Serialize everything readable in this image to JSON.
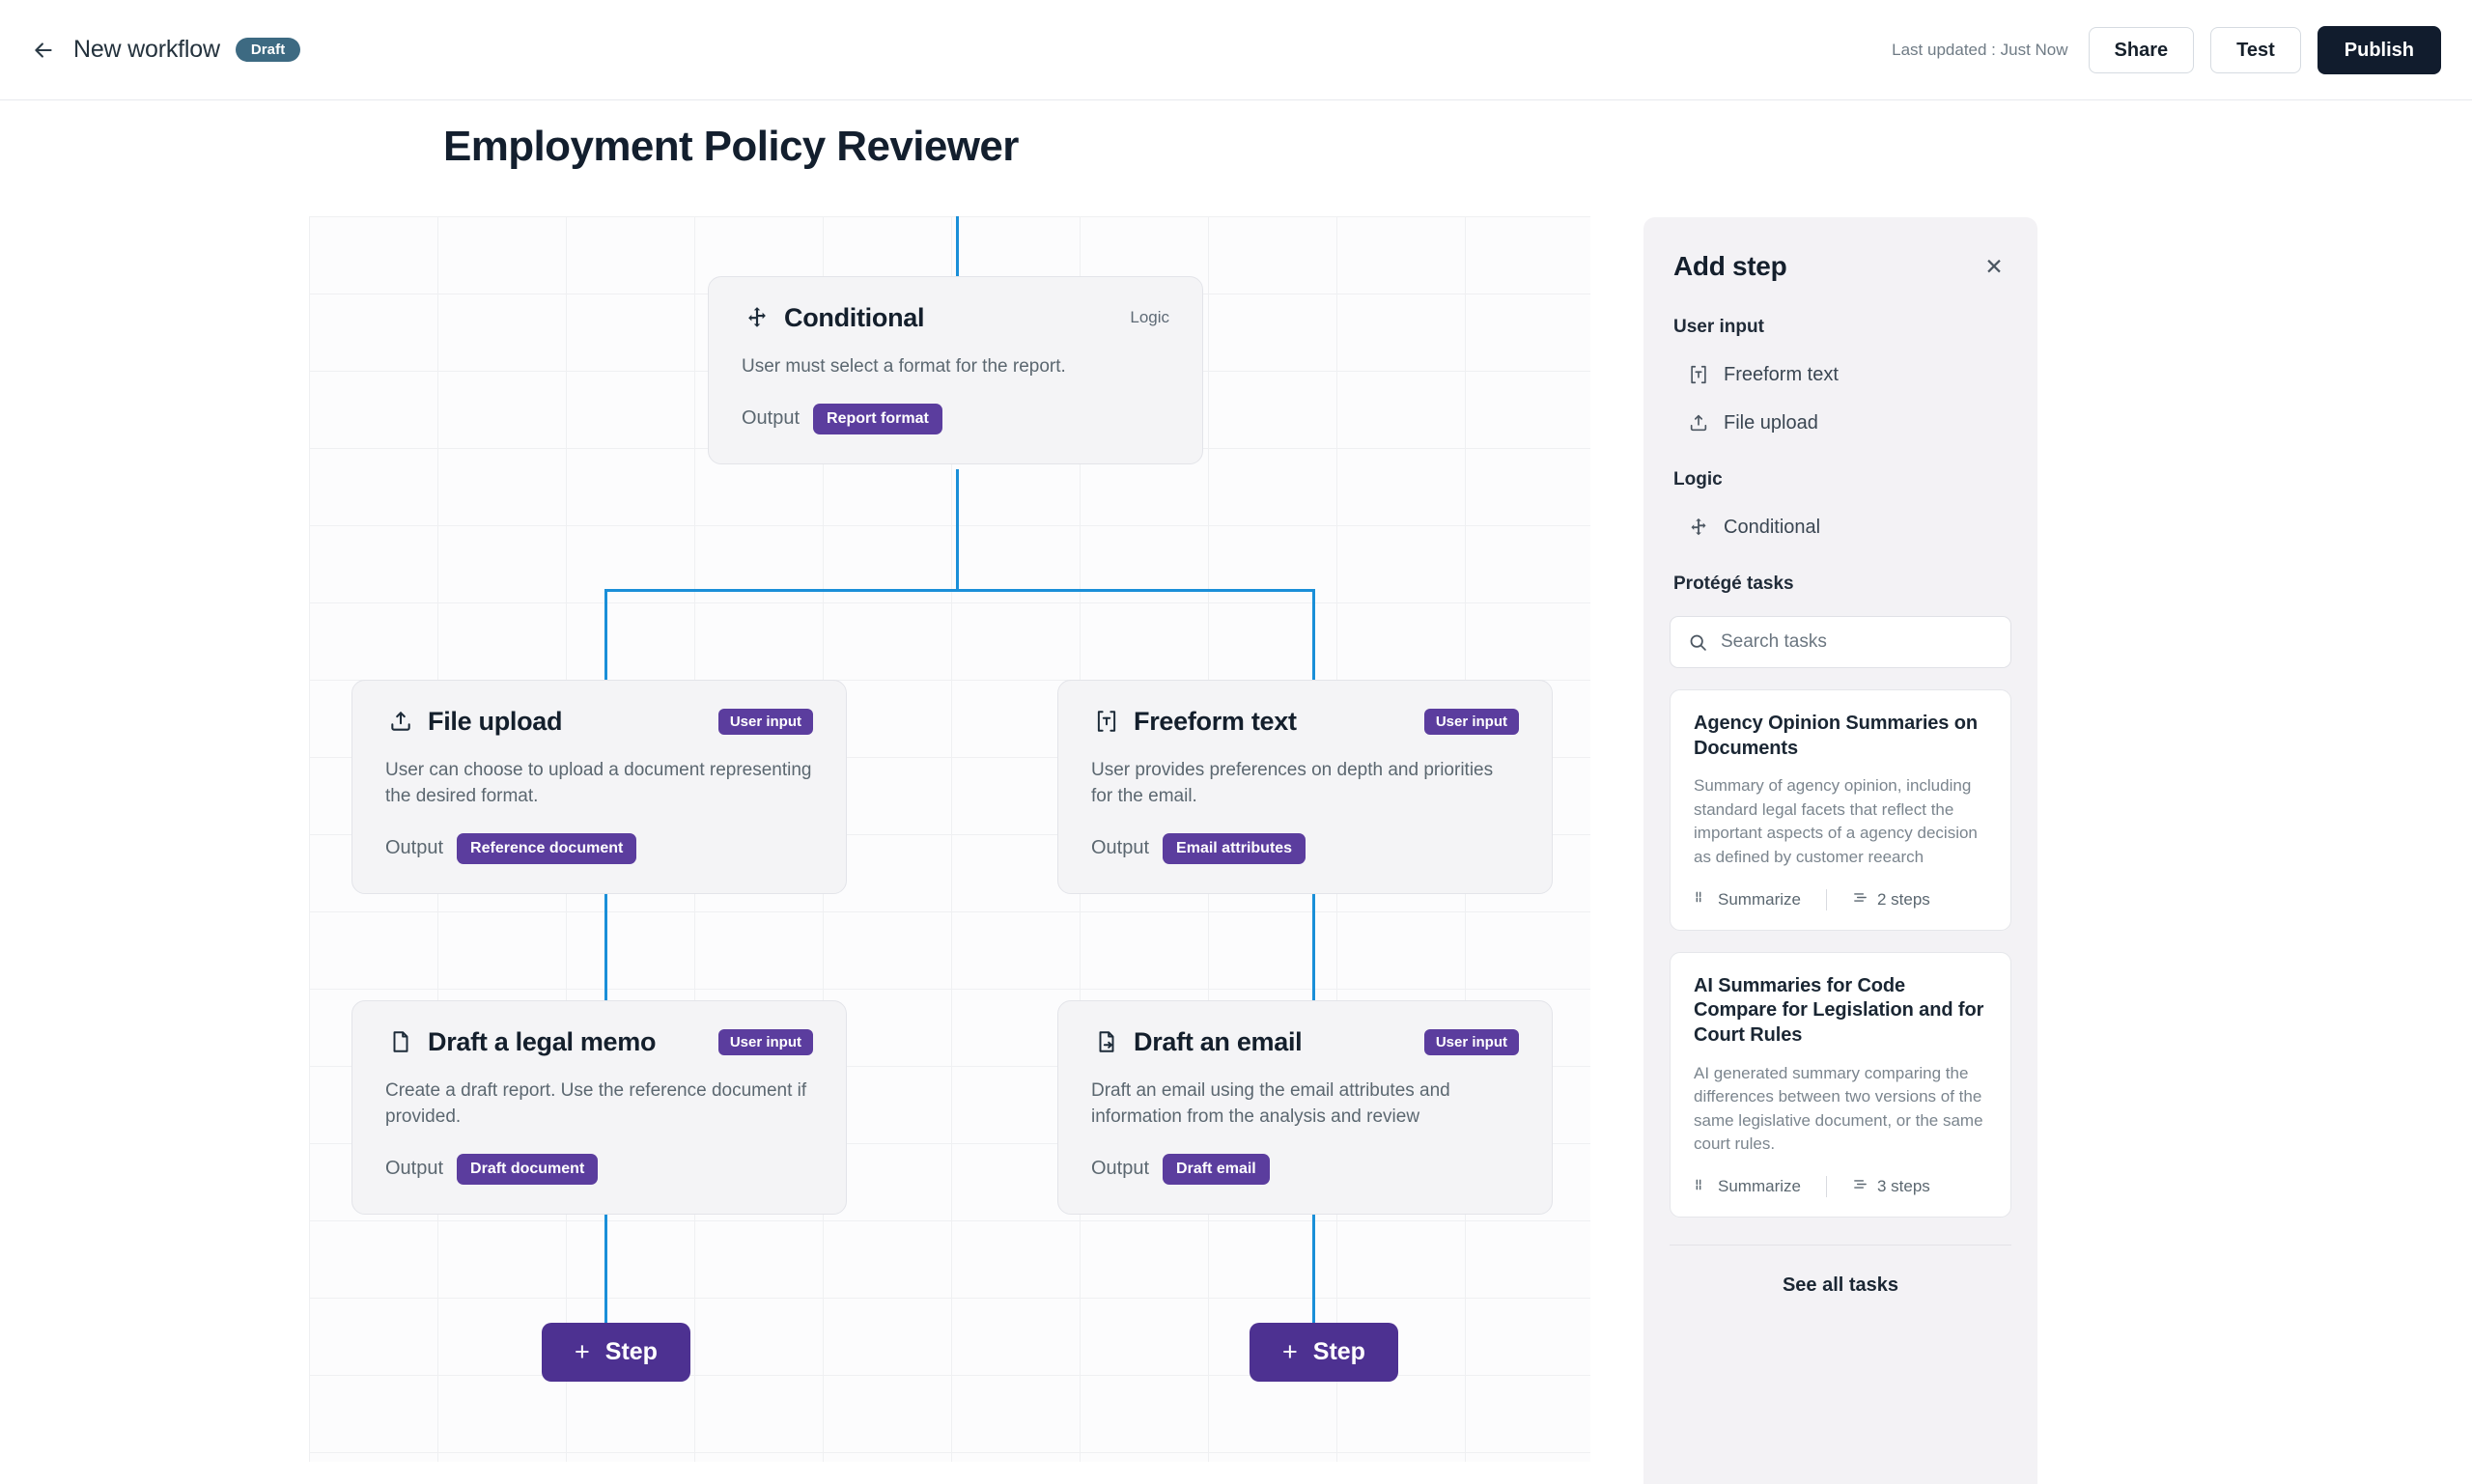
{
  "topbar": {
    "back_icon": "arrow-left-icon",
    "workflow_name": "New workflow",
    "status_badge": "Draft",
    "last_updated": "Last updated : Just Now",
    "share_label": "Share",
    "test_label": "Test",
    "publish_label": "Publish"
  },
  "page": {
    "title": "Employment Policy Reviewer"
  },
  "flow": {
    "nodes": [
      {
        "id": "conditional",
        "icon": "move-cross-icon",
        "title": "Conditional",
        "tag": "Logic",
        "tag_style": "plain",
        "description": "User must select a format for the report.",
        "output_label": "Output",
        "output_value": "Report format"
      },
      {
        "id": "file-upload",
        "icon": "upload-icon",
        "title": "File upload",
        "tag": "User input",
        "tag_style": "badge",
        "description": "User can choose to upload a document representing the desired format.",
        "output_label": "Output",
        "output_value": "Reference document"
      },
      {
        "id": "freeform-text",
        "icon": "text-bracket-icon",
        "title": "Freeform text",
        "tag": "User input",
        "tag_style": "badge",
        "description": "User provides preferences on depth and priorities for the email.",
        "output_label": "Output",
        "output_value": "Email attributes"
      },
      {
        "id": "draft-legal-memo",
        "icon": "document-icon",
        "title": "Draft a legal memo",
        "tag": "User input",
        "tag_style": "badge",
        "description": "Create a draft report. Use the reference document if provided.",
        "output_label": "Output",
        "output_value": "Draft document"
      },
      {
        "id": "draft-an-email",
        "icon": "document-arrow-icon",
        "title": "Draft an email",
        "tag": "User input",
        "tag_style": "badge",
        "description": "Draft an email using the email attributes and information from the analysis and review",
        "output_label": "Output",
        "output_value": "Draft email"
      }
    ],
    "step_buttons": [
      {
        "id": "step-left",
        "plus": "+",
        "label": "Step"
      },
      {
        "id": "step-right",
        "plus": "+",
        "label": "Step"
      }
    ],
    "connector_color": "#1a8fd8"
  },
  "panel": {
    "title": "Add step",
    "close_icon": "close-icon",
    "sections": [
      {
        "title": "User input",
        "items": [
          {
            "icon": "text-bracket-icon",
            "label": "Freeform text"
          },
          {
            "icon": "upload-icon",
            "label": "File upload"
          }
        ]
      },
      {
        "title": "Logic",
        "items": [
          {
            "icon": "move-cross-icon",
            "label": "Conditional"
          }
        ]
      }
    ],
    "tasks_section_title": "Protégé tasks",
    "search": {
      "icon": "search-icon",
      "placeholder": "Search tasks",
      "value": ""
    },
    "tasks": [
      {
        "title": "Agency Opinion Summaries on Documents",
        "description": "Summary of agency opinion, including standard legal facets that reflect the important aspects of a agency decision as defined by customer reearch",
        "type_icon": "list-icon",
        "type_label": "Summarize",
        "steps_icon": "steps-icon",
        "steps_label": "2 steps"
      },
      {
        "title": "AI Summaries for Code Compare for Legislation and for Court Rules",
        "description": "AI generated summary comparing the differences between two versions of the same legislative document, or the same court rules.",
        "type_icon": "list-icon",
        "type_label": "Summarize",
        "steps_icon": "steps-icon",
        "steps_label": "3 steps"
      }
    ],
    "see_all_label": "See all tasks"
  },
  "colors": {
    "accent_purple": "#5b3d9e",
    "step_purple": "#4d3191",
    "connector_blue": "#1a8fd8",
    "publish_dark": "#111c2d",
    "draft_badge": "#3d6a82"
  }
}
